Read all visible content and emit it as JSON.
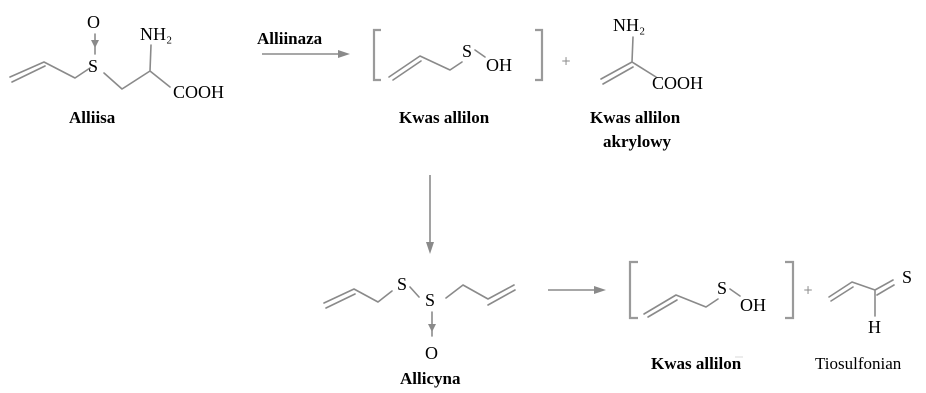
{
  "compounds": {
    "alliin": {
      "name": "Alliisa",
      "sulfur": "S",
      "oxygen": "O",
      "amine": "NH₂",
      "acid": "COOH"
    },
    "allyl_sulfenic_acid_1": {
      "name": "Kwas allilon",
      "sulfur": "S",
      "hydroxyl": "OH"
    },
    "aminoacrylic_acid": {
      "name_line1": "Kwas allilon",
      "name_line2": "akrylowy",
      "amine": "NH₂",
      "acid": "COOH"
    },
    "allicin": {
      "name": "Allicyna",
      "sulfur1": "S",
      "sulfur2": "S",
      "oxygen": "O"
    },
    "allyl_sulfenic_acid_2": {
      "name": "Kwas allilon",
      "sulfur": "S",
      "hydroxyl": "OH"
    },
    "thiosulfonian": {
      "name": "Tiosulfonian",
      "sulfur": "S",
      "hydrogen": "H"
    }
  },
  "reactions": {
    "enzyme": "Alliinaza",
    "plus": "+"
  }
}
